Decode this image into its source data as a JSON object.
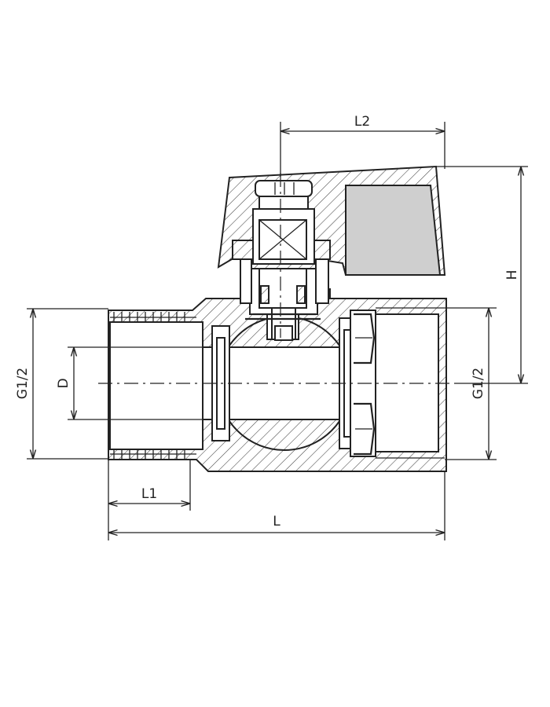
{
  "dimensions": {
    "L2": "L2",
    "H": "H",
    "G_left": "G1/2",
    "G_right": "G1/2",
    "D": "D",
    "L1": "L1",
    "L": "L"
  }
}
